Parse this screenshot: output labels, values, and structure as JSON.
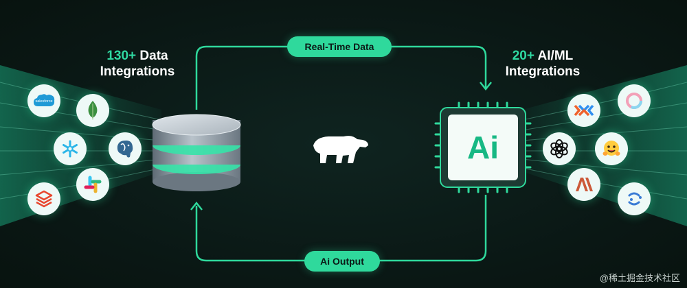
{
  "left_title": {
    "accent": "130+",
    "rest": " Data",
    "line2": "Integrations"
  },
  "right_title": {
    "accent": "20+",
    "rest": " AI/ML",
    "line2": "Integrations"
  },
  "top_pill": "Real-Time Data",
  "bottom_pill": "Ai Output",
  "ai_chip_label": "Ai",
  "salesforce_text": "salesforce",
  "watermark": "@稀土掘金技术社区",
  "colors": {
    "accent": "#2fd99c",
    "background": "#0b1916",
    "icon_bg": "#eef9f7"
  },
  "left_icons": [
    "salesforce-icon",
    "mongodb-icon",
    "snowflake-icon",
    "postgresql-icon",
    "databricks-icon",
    "slack-icon"
  ],
  "right_icons": [
    "mistral-icon",
    "ring-icon",
    "openai-icon",
    "huggingface-icon",
    "anthropic-icon",
    "chainlink-icon"
  ]
}
